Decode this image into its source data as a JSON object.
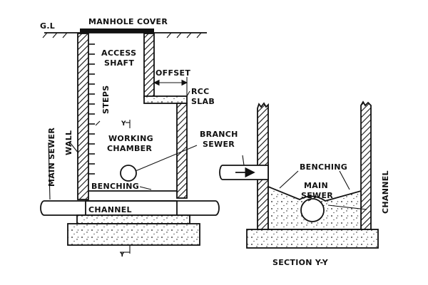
{
  "labels": {
    "gl": "G.L",
    "manhole_cover": "MANHOLE COVER",
    "access_shaft_1": "ACCESS",
    "access_shaft_2": "SHAFT",
    "offset": "OFFSET",
    "rcc_1": "RCC",
    "rcc_2": "SLAB",
    "steps": "STEPS",
    "wall": "WALL",
    "main_sewer_left": "MAIN SEWER",
    "y_top": "Y",
    "working_chamber_1": "WORKING",
    "working_chamber_2": "CHAMBER",
    "branch_sewer_1": "BRANCH",
    "branch_sewer_2": "SEWER",
    "benching_left": "BENCHING",
    "channel_left": "CHANNEL",
    "y_bottom": "Y",
    "benching_right": "BENCHING",
    "main_sewer_right_1": "MAIN",
    "main_sewer_right_2": "SEWER",
    "channel_right": "CHANNEL",
    "section": "SECTION Y-Y"
  }
}
